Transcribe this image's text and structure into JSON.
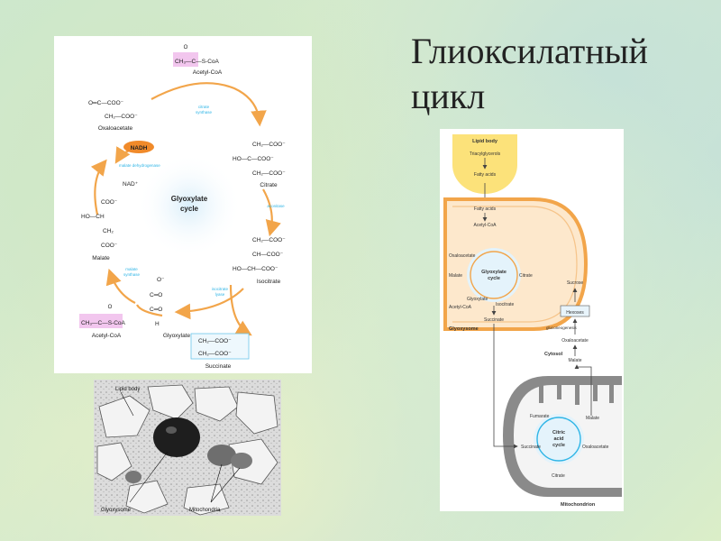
{
  "slide": {
    "title_line1": "Глиоксилатный",
    "title_line2": "цикл"
  },
  "cycle": {
    "center_line1": "Glyoxylate",
    "center_line2": "cycle",
    "acetyl_top_formula_left": "CH₃—C—S-CoA",
    "acetyl_top_o": "O",
    "acetyl_top_label": "Acetyl-CoA",
    "oxaloacetate_line1": "O═C—COO⁻",
    "oxaloacetate_line2": "CH₂—COO⁻",
    "oxaloacetate_label": "Oxaloacetate",
    "citrate_line1": "CH₂—COO⁻",
    "citrate_line2": "HO—C—COO⁻",
    "citrate_line3": "CH₂—COO⁻",
    "citrate_label": "Citrate",
    "isocitrate_line1": "CH₂—COO⁻",
    "isocitrate_line2": "CH—COO⁻",
    "isocitrate_line3": "HO—CH—COO⁻",
    "isocitrate_label": "Isocitrate",
    "succinate_line1": "CH₂—COO⁻",
    "succinate_line2": "CH₂—COO⁻",
    "succinate_label": "Succinate",
    "glyoxylate_line1": "O⁻",
    "glyoxylate_line2": "C═O",
    "glyoxylate_line3": "C═O",
    "glyoxylate_line4": "H",
    "glyoxylate_label": "Glyoxylate",
    "acetyl_bottom_formula": "CH₃—C—S-CoA",
    "acetyl_bottom_o": "O",
    "acetyl_bottom_label": "Acetyl-CoA",
    "malate_line1": "COO⁻",
    "malate_line2": "HO—CH",
    "malate_line3": "CH₂",
    "malate_line4": "COO⁻",
    "malate_label": "Malate",
    "nadh": "NADH",
    "nad": "NAD⁺",
    "enzyme_citrate_synthase_1": "citrate",
    "enzyme_citrate_synthase_2": "synthase",
    "enzyme_aconitase": "aconitase",
    "enzyme_isocitrate_lyase_1": "isocitrate",
    "enzyme_isocitrate_lyase_2": "lyase",
    "enzyme_malate_synthase_1": "malate",
    "enzyme_malate_synthase_2": "synthase",
    "enzyme_malate_dh": "malate dehydrogenase"
  },
  "micrograph": {
    "lipid_body": "Lipid body",
    "glyoxysome": "Glyoxysome",
    "mitochondria": "Mitochondria"
  },
  "cell": {
    "lipid_body": "Lipid body",
    "triacylglycerols": "Triacylglycerols",
    "fatty_acids_top": "Fatty acids",
    "fatty_acids": "Fatty acids",
    "acetyl_coa_top": "Acetyl-CoA",
    "oxaloacetate": "Oxaloacetate",
    "malate": "Malate",
    "citrate": "Citrate",
    "cycle_line1": "Glyoxylate",
    "cycle_line2": "cycle",
    "glyoxylate": "Glyoxylate",
    "isocitrate": "Isocitrate",
    "acetyl_coa_bottom": "Acetyl-CoA",
    "succinate_glyoxysome": "Succinate",
    "glyoxysome_label": "Glyoxysome",
    "sucrose": "Sucrose",
    "hexoses": "Hexoses",
    "gluconeogenesis": "gluconeogenesis",
    "oxaloacetate_cytosol": "Oxaloacetate",
    "malate_cytosol": "Malate",
    "cytosol_label": "Cytosol",
    "fumarate": "Fumarate",
    "malate_mito": "Malate",
    "succinate_mito": "Succinate",
    "citric_line1": "Citric",
    "citric_line2": "acid",
    "citric_line3": "cycle",
    "oxaloacetate_mito": "Oxaloacetate",
    "citrate_mito": "Citrate",
    "mitochondrion_label": "Mitochondrion"
  },
  "colors": {
    "arrow_orange": "#f2a54a",
    "enzyme_blue": "#2fb5e6",
    "highlight_pink": "#f2c6ee",
    "nadh_orange": "#f08a2a",
    "glyoxysome_fill": "#fde8cc",
    "lipid_yellow": "#fce27a",
    "mito_gray": "#8a8a8a",
    "cycle_center_blue": "#e4f3fb"
  }
}
